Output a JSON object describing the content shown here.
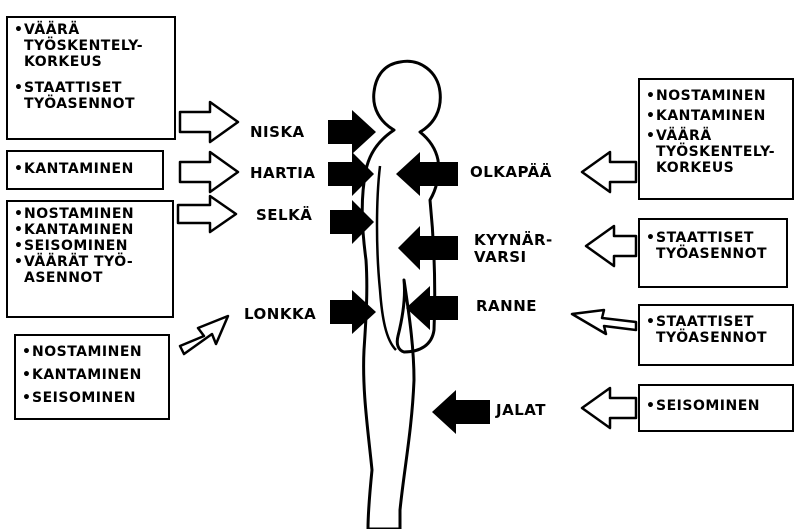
{
  "colors": {
    "ink": "#000000",
    "paper": "#ffffff"
  },
  "left_boxes": [
    {
      "items": [
        "VÄÄRÄ\nTYÖSKENTELY-\nKORKEUS",
        "STAATTISET\nTYÖASENNOT"
      ]
    },
    {
      "items": [
        "KANTAMINEN"
      ]
    },
    {
      "items": [
        "NOSTAMINEN",
        "KANTAMINEN",
        "SEISOMINEN",
        "VÄÄRÄT TYÖ-\nASENNOT"
      ]
    },
    {
      "items": [
        "NOSTAMINEN",
        "KANTAMINEN",
        "SEISOMINEN"
      ]
    }
  ],
  "right_boxes": [
    {
      "items": [
        "NOSTAMINEN",
        "KANTAMINEN",
        "VÄÄRÄ\nTYÖSKENTELY-\nKORKEUS"
      ]
    },
    {
      "items": [
        "STAATTISET\nTYÖASENNOT"
      ]
    },
    {
      "items": [
        "STAATTISET\nTYÖASENNOT"
      ]
    },
    {
      "items": [
        "SEISOMINEN"
      ]
    }
  ],
  "body_parts_left": [
    "NISKA",
    "HARTIA",
    "SELKÄ",
    "LONKKA"
  ],
  "body_parts_right": [
    "OLKAPÄÄ",
    "KYYNÄR-\nVARSI",
    "RANNE",
    "JALAT"
  ]
}
